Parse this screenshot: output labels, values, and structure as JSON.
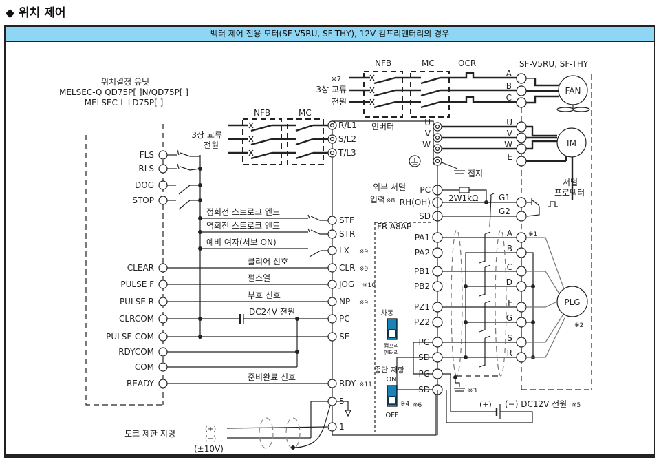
{
  "page_title": "◆ 위치 제어",
  "banner": "벡터 제어 전용 모터(SF-V5RU, SF-THY), 12V 컴프리멘터리의 경우",
  "positioning_unit": {
    "title": "위치결정 유닛",
    "line1": "MELSEC-Q QD75P[ ]N/QD75P[ ]",
    "line2": "MELSEC-L LD75P[ ]",
    "terminals": [
      "FLS",
      "RLS",
      "DOG",
      "STOP",
      "CLEAR",
      "PULSE F",
      "PULSE R",
      "CLRCOM",
      "PULSE COM",
      "RDYCOM",
      "COM",
      "READY"
    ]
  },
  "power_main": {
    "note": "※7",
    "label1": "3상 교류",
    "label2": "전원",
    "nfb": "NFB",
    "mc": "MC",
    "ocr": "OCR"
  },
  "power_inverter": {
    "label1": "3상 교류",
    "label2": "전원",
    "nfb": "NFB",
    "mc": "MC"
  },
  "inverter": {
    "title": "인버터",
    "input_terminals": [
      "R/L1",
      "S/L2",
      "T/L3"
    ],
    "output_terminals": [
      "U",
      "V",
      "W"
    ],
    "ground_label": "접지",
    "thermal_input_label1": "외부 서멀",
    "thermal_input_label2": "입력",
    "thermal_note": "※8",
    "thermal_terminals": [
      "PC",
      "RH(OH)",
      "SD"
    ],
    "resistor": "2W1kΩ",
    "signal_terminals": [
      {
        "name": "STF",
        "note": ""
      },
      {
        "name": "STR",
        "note": ""
      },
      {
        "name": "LX",
        "note": "※9"
      },
      {
        "name": "CLR",
        "note": "※9"
      },
      {
        "name": "JOG",
        "note": "※10"
      },
      {
        "name": "NP",
        "note": "※9"
      },
      {
        "name": "PC",
        "note": ""
      },
      {
        "name": "SE",
        "note": ""
      },
      {
        "name": "RDY",
        "note": "※11"
      },
      {
        "name": "5",
        "note": ""
      },
      {
        "name": "1",
        "note": ""
      }
    ]
  },
  "signals": {
    "stf": "정회전 스트로크 엔드",
    "str": "역회전 스트로크 엔드",
    "lx": "예비 여자(서보 ON)",
    "clr": "클리어 신호",
    "jog": "펄스열",
    "np": "부호 신호",
    "dc24": "DC24V 전원",
    "rdy": "준비완료 신호"
  },
  "torque": {
    "label": "토크 제한 지령",
    "range": "(±10V)",
    "plus": "(+)",
    "minus": "(−)"
  },
  "option_card": {
    "name": "FR-A8AP",
    "terminals": [
      "PA1",
      "PA2",
      "PB1",
      "PB2",
      "PZ1",
      "PZ2",
      "PG",
      "SD",
      "PG",
      "SD"
    ],
    "switch1_top": "차동",
    "switch1_bottom1": "컴프리",
    "switch1_bottom2": "멘터리",
    "switch2_title": "종단 저항",
    "switch2_on": "ON",
    "switch2_off": "OFF",
    "note4": "※4",
    "note6": "※6",
    "note3": "※3"
  },
  "dc12": {
    "plus": "(+)",
    "minus": "(−) DC12V 전원",
    "note": "※5"
  },
  "motor": {
    "model": "SF-V5RU, SF-THY",
    "fan_terminals": [
      "A",
      "B",
      "C"
    ],
    "fan": "FAN",
    "im_terminals": [
      "U",
      "V",
      "W",
      "E"
    ],
    "im": "IM",
    "thermal_label1": "서멀",
    "thermal_label2": "프로텍터",
    "thermal_terminals": [
      "G1",
      "G2"
    ],
    "encoder_terminals": [
      "A",
      "B",
      "C",
      "D",
      "F",
      "G",
      "S",
      "R"
    ],
    "encoder": "PLG",
    "note1": "※1",
    "note2": "※2"
  },
  "colors": {
    "banner": "#8fd6f4",
    "switch": "#1b82b8",
    "line": "#222222"
  }
}
